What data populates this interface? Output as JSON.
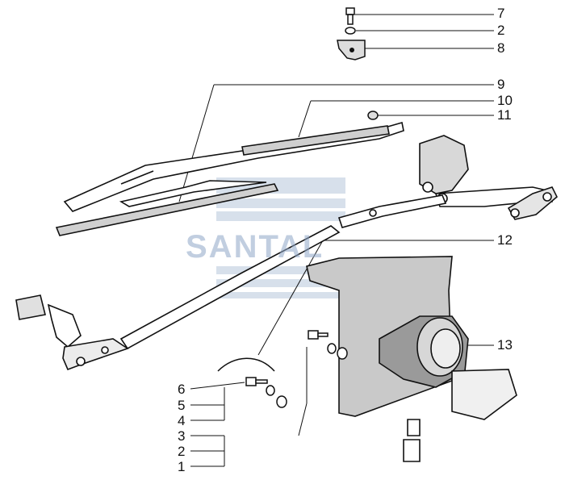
{
  "callouts": {
    "c7_top": "7",
    "c2_top": "2",
    "c8": "8",
    "c9": "9",
    "c10": "10",
    "c11": "11",
    "c12": "12",
    "c13": "13",
    "c6": "6",
    "c5": "5",
    "c4": "4",
    "c3": "3",
    "c2_bottom": "2",
    "c1": "1"
  },
  "watermark": "SANTAL",
  "colors": {
    "line": "#111111",
    "watermark": "#8fa7c8",
    "shade": "#bdbdbd"
  }
}
